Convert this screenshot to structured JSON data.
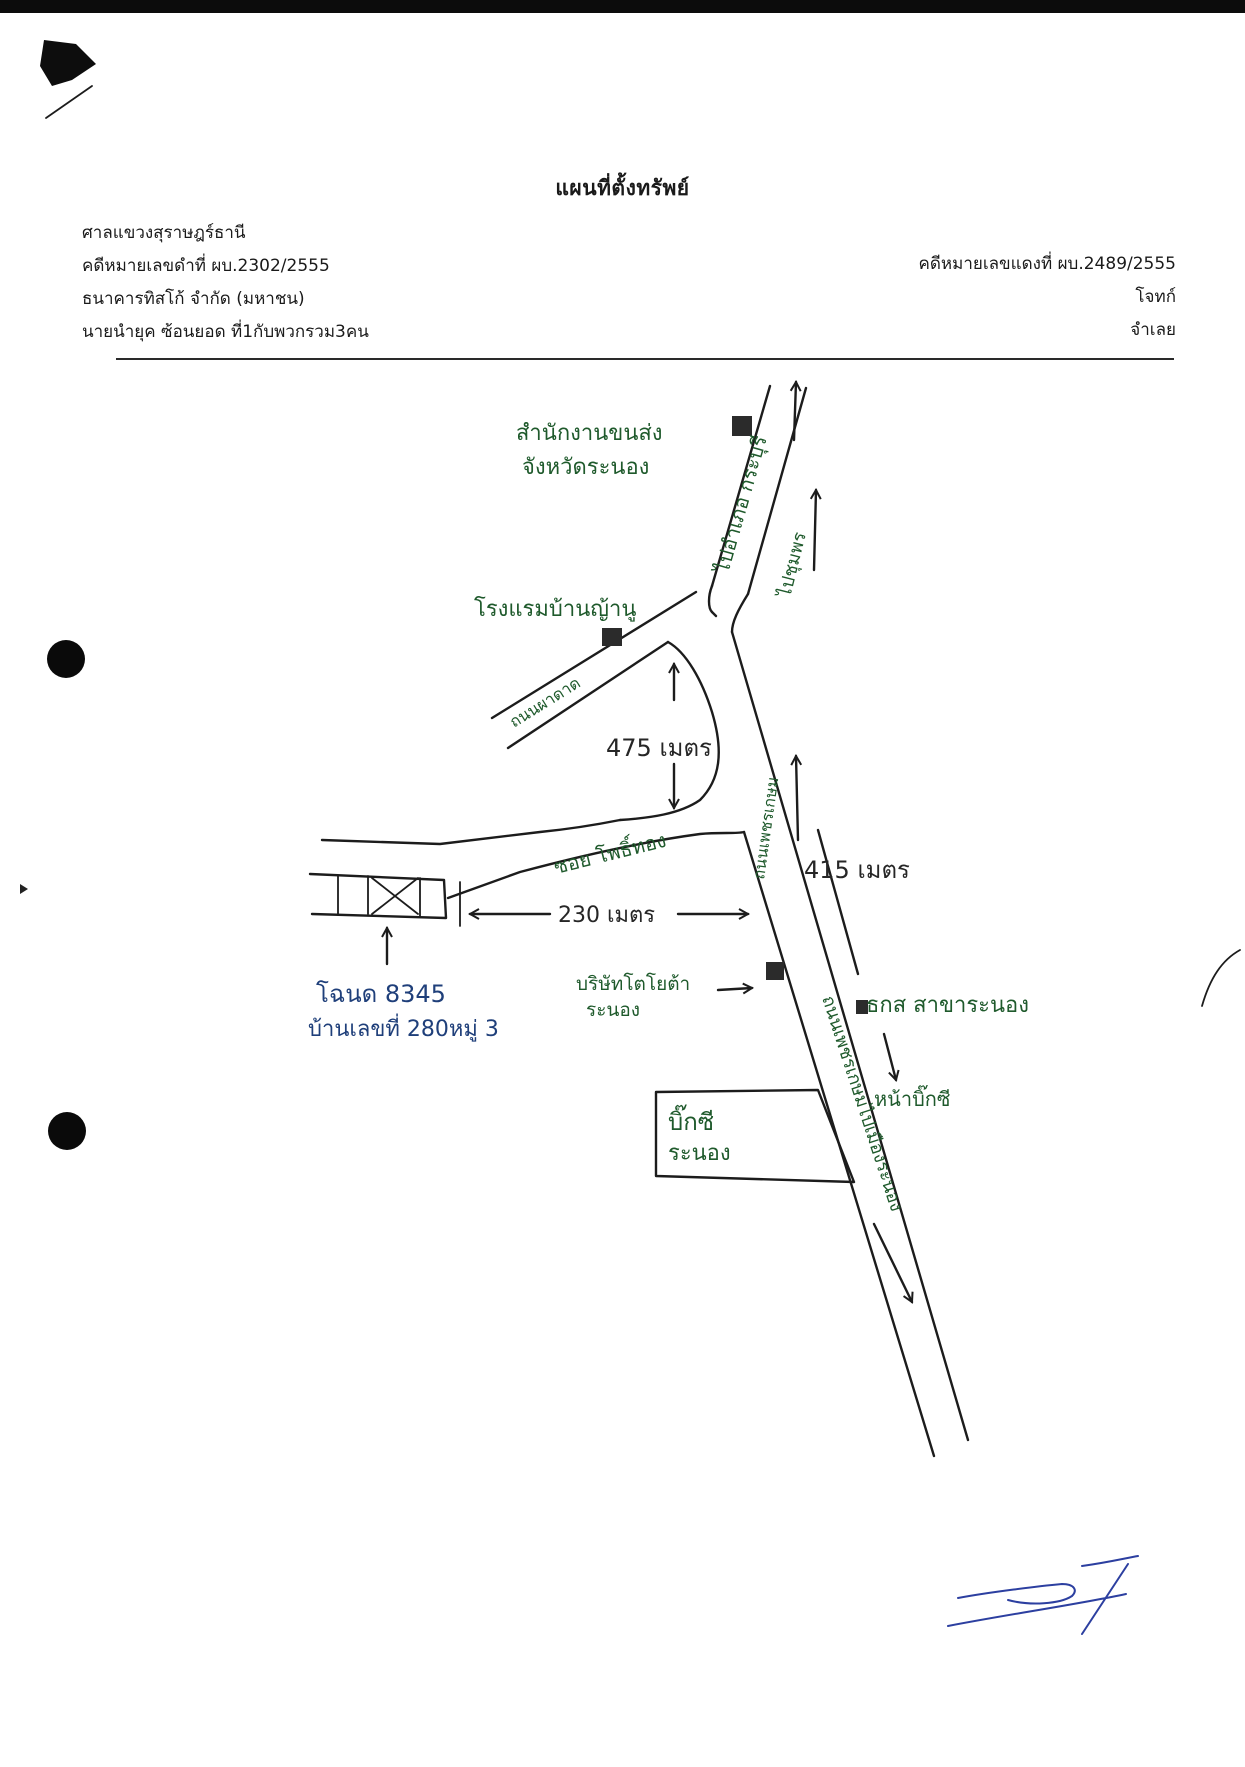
{
  "document": {
    "title": "แผนที่ตั้งทรัพย์",
    "court": "ศาลแขวงสุราษฎร์ธานี",
    "black_case": "คดีหมายเลขดำที่ ผบ.2302/2555",
    "plaintiff_name": "ธนาคารทิสโก้ จำกัด (มหาชน)",
    "defendant_name": "นายนำยุค ซ้อนยอด ที่1กับพวกรวม3คน",
    "red_case": "คดีหมายเลขแดงที่ ผบ.2489/2555",
    "plaintiff_role": "โจทก์",
    "defendant_role": "จำเลย"
  },
  "map": {
    "landmarks": {
      "highway_office_line1": "สำนักงานขนส่ง",
      "highway_office_line2": "จังหวัดระนอง",
      "hotel": "โรงแรมบ้านญ้านู",
      "toyota_line1": "บริษัทโตโยต้า",
      "toyota_line2": "ระนอง",
      "baac": "ธกส สาขาระนอง",
      "big_c_line1": "บิ๊กซี",
      "big_c_line2": "ระนอง",
      "front_big_c": "หน้าบิ๊กซี",
      "property_line1": "โฉนด 8345",
      "property_line2": "บ้านเลขที่ 280หมู่ 3"
    },
    "roads": {
      "to_krabur": "ไปอำเภอ กระบุรี",
      "to_chumphon": "ไปชุมพร",
      "sap_chaluang": "ถนนผาดาด",
      "phet_kasem": "ถนนเพชรเกษม",
      "soi": "ซอย โพธิ์ทอง",
      "to_ranong": "ถนนเพชรเกษมไปเมืองระนอง"
    },
    "distances": {
      "d475": "475 เมตร",
      "d415": "415 เมตร",
      "d230": "230 เมตร"
    }
  }
}
